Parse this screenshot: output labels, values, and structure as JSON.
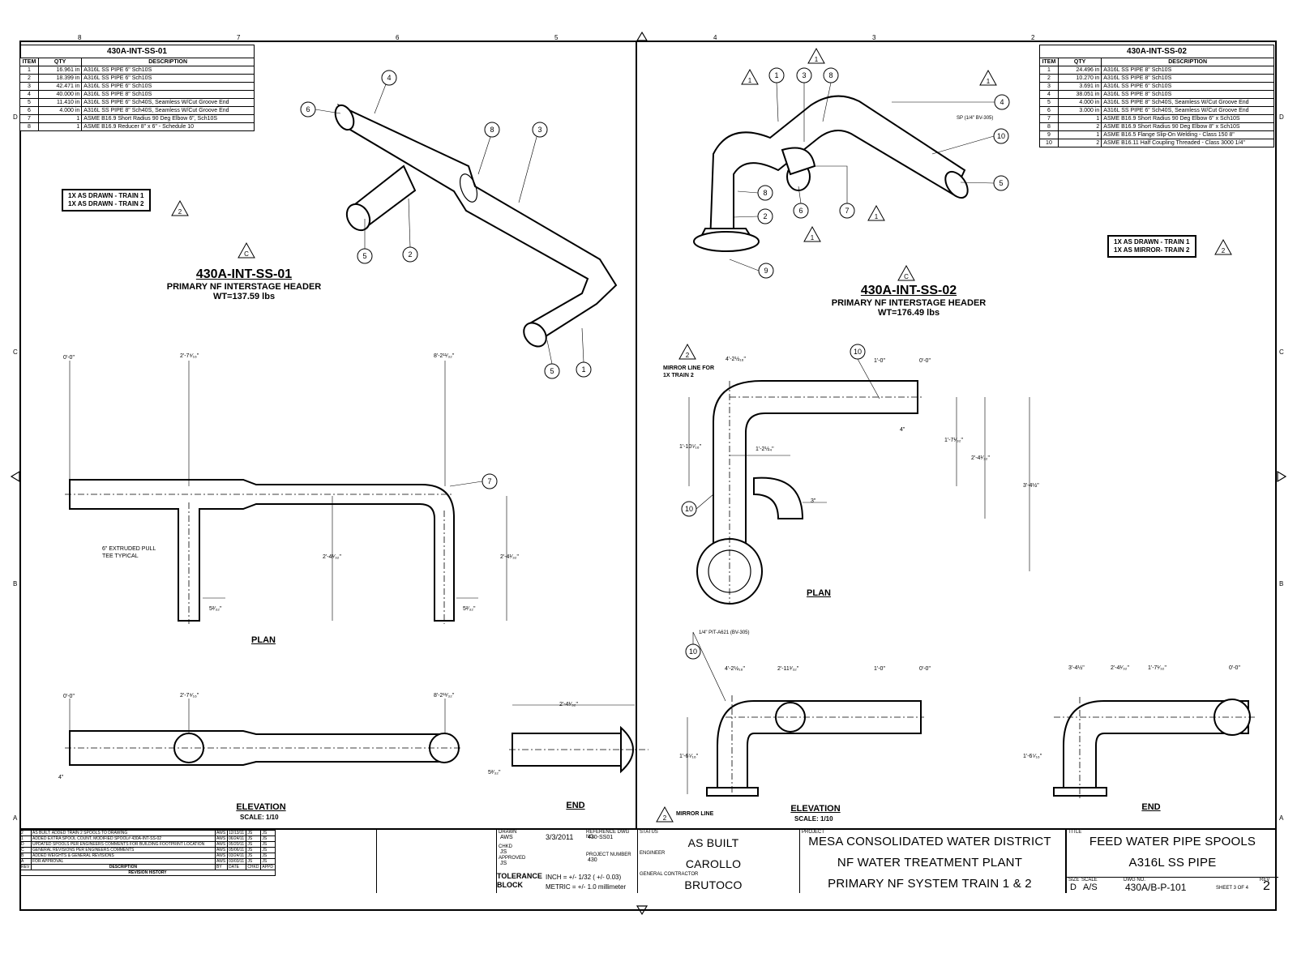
{
  "left_table": {
    "title": "430A-INT-SS-01",
    "headers": [
      "ITEM",
      "QTY",
      "DESCRIPTION"
    ],
    "rows": [
      [
        "1",
        "16.961 in",
        "A316L SS PIPE 6\" Sch10S"
      ],
      [
        "2",
        "18.399 in",
        "A316L SS PIPE 6\" Sch10S"
      ],
      [
        "3",
        "42.471 in",
        "A316L SS PIPE 6\" Sch10S"
      ],
      [
        "4",
        "40.000 in",
        "A316L SS PIPE 8\" Sch10S"
      ],
      [
        "5",
        "11.410 in",
        "A316L SS PIPE 6\" Sch40S, Seamless W/Cut Groove End"
      ],
      [
        "6",
        "4.000 in",
        "A316L SS PIPE 8\" Sch40S, Seamless W/Cut Groove End"
      ],
      [
        "7",
        "1",
        "ASME B16.9 Short Radius 90 Deg Elbow 6\", Sch10S"
      ],
      [
        "8",
        "1",
        "ASME B16.9 Reducer 8\" x 6\" - Schedule 10"
      ]
    ]
  },
  "right_table": {
    "title": "430A-INT-SS-02",
    "headers": [
      "ITEM",
      "QTY",
      "DESCRIPTION"
    ],
    "rows": [
      [
        "1",
        "24.496 in",
        "A316L SS PIPE 8\" Sch10S"
      ],
      [
        "2",
        "10.270 in",
        "A316L SS PIPE 8\" Sch10S"
      ],
      [
        "3",
        "3.691 in",
        "A316L SS PIPE 6\" Sch10S"
      ],
      [
        "4",
        "38.051 in",
        "A316L SS PIPE 8\" Sch10S"
      ],
      [
        "5",
        "4.000 in",
        "A316L SS PIPE 8\" Sch40S, Seamless W/Cut Groove End"
      ],
      [
        "6",
        "3.000 in",
        "A316L SS PIPE 6\" Sch40S, Seamless W/Cut Groove End"
      ],
      [
        "7",
        "1",
        "ASME B16.9 Short Radius 90 Deg Elbow 6\" x Sch10S"
      ],
      [
        "8",
        "2",
        "ASME B16.9 Short Radius 90 Deg Elbow 8\" x Sch10S"
      ],
      [
        "9",
        "1",
        "ASME B16.5 Flange Slip-On Welding - Class 150 8\""
      ],
      [
        "10",
        "2",
        "ASME B16.11 Half Coupling Threaded - Class 3000 1/4\""
      ]
    ]
  },
  "left_note": [
    "1X AS DRAWN - TRAIN 1",
    "1X AS DRAWN - TRAIN 2"
  ],
  "right_note": [
    "1X AS DRAWN - TRAIN 1",
    "1X AS MIRROR- TRAIN 2"
  ],
  "left_title": {
    "id": "430A-INT-SS-01",
    "name": "PRIMARY NF INTERSTAGE HEADER",
    "weight": "WT=137.59 lbs"
  },
  "right_title": {
    "id": "430A-INT-SS-02",
    "name": "PRIMARY NF INTERSTAGE HEADER",
    "weight": "WT=176.49 lbs"
  },
  "views": {
    "plan": "PLAN",
    "elevation": "ELEVATION",
    "scale": "SCALE: 1/10",
    "end": "END"
  },
  "rev_markers": {
    "triangle_2": "2",
    "triangle_1": "1",
    "triangle_c": "C"
  },
  "left_dims": {
    "d0": "0'-0\"",
    "d1": "2'-7⁹⁄₁₆\"",
    "d2": "8'-2¹¹⁄₃₂\"",
    "d3": "2'-4¹⁄₃₂\"",
    "d4": "2'-4¹⁄₃₂\"",
    "d5": "5²⁄₃₂\"",
    "d6": "5²⁄₃₂\"",
    "tee": "6\" EXTRUDED PULL TEE TYPICAL",
    "d7": "4\"",
    "d8": "2'-4¹⁄₃₂\"",
    "d9": "5²⁄₃₂\""
  },
  "right_dims": {
    "mirror": "MIRROR LINE FOR 1X TRAIN 2",
    "a": "4'-2½₁₆\"",
    "b": "1'-0\"",
    "c": "0'-0\"",
    "d": "1'-10⁵⁄₁₆\"",
    "e": "1'-2½₄\"",
    "f": "1'-7¹⁄₃₂\"",
    "g": "2'-4¹⁄₃₂\"",
    "h": "3'-4½\"",
    "i": "3\"",
    "j": "4\"",
    "sp": "SP (1/4\" BV-305)",
    "pit": "1/4\" PIT-A621 (BV-305)",
    "k": "4'-2½₁₆\"",
    "l": "2'-11¹⁄₃₂\"",
    "m": "1'-0\"",
    "n": "0'-0\"",
    "o": "1'-6⁵⁄₁₆\"",
    "mirror2": "MIRROR LINE",
    "p": "3'-4½\"",
    "q": "2'-4¹⁄₃₂\"",
    "r": "1'-7¹⁄₃₂\"",
    "s": "0'-0\"",
    "t": "1'-6⁵⁄₁₆\""
  },
  "revisions": [
    [
      "2",
      "AS BUILT: ADDED TRAIN 2 SPOOLS TO DRAWING",
      "AWS",
      "12/13/11",
      "JS",
      "JS"
    ],
    [
      "1",
      "ADDED EXTRA SPOOL COUNT, MODIFIED SPOOL# 430A-INT-SS-02",
      "AWS",
      "06/24/11",
      "JS",
      "JS"
    ],
    [
      "D",
      "UPDATED SPOOLS PER ENGINEERS COMMENTS FOR BUILDING FOOTPRINT LOCATION",
      "AWS",
      "05/20/11",
      "JS",
      "JS"
    ],
    [
      "C",
      "GENERAL REVISIONS PER ENGINEERS COMMENTS",
      "AWS",
      "05/06/11",
      "JS",
      "JS"
    ],
    [
      "B",
      "ADDED WEIGHTS & GENERAL REVISIONS",
      "AWS",
      "03/24/11",
      "JS",
      "JS"
    ],
    [
      "A",
      "FOR APPROVAL",
      "AWS",
      "03/03/11",
      "JS",
      "JS"
    ]
  ],
  "rev_headers": [
    "REV",
    "DESCRIPTION",
    "BY",
    "DATE",
    "CHKD",
    "APPD"
  ],
  "rev_title": "REVISION HISTORY",
  "title_block": {
    "drawn_label": "DRAWN",
    "drawn_by": "AWS",
    "date": "3/3/2011",
    "checked_label": "CHKD",
    "checked": "JS",
    "approved_label": "APPROVED",
    "approved": "JS",
    "dwg_no_label": "REFERENCE DWG NO.",
    "dwg_no": "430-SS01",
    "project_label": "PROJECT NUMBER",
    "project_no": "430",
    "tolerance_label": "TOLERANCE BLOCK",
    "tol_inch": "INCH = +/- 1/32 ( +/- 0.03)",
    "tol_metric": "METRIC = +/- 1.0 millimeter",
    "status_label": "STATUS",
    "status": "AS BUILT",
    "engineer_label": "ENGINEER",
    "engineer": "CAROLLO",
    "contractor_label": "GENERAL CONTRACTOR",
    "contractor": "BRUTOCO",
    "project_label2": "PROJECT",
    "project_lines": [
      "MESA CONSOLIDATED WATER DISTRICT",
      "NF WATER TREATMENT PLANT",
      "PRIMARY NF SYSTEM TRAIN 1 & 2"
    ],
    "title_label": "TITLE",
    "title_lines": [
      "FEED WATER PIPE SPOOLS",
      "A316L SS PIPE"
    ],
    "size_label": "SIZE",
    "size": "D",
    "scale_label": "SCALE",
    "scale": "A/S",
    "drawing_label": "DWG NO.",
    "drawing_no": "430A/B-P-101",
    "sheet": "SHEET 3 OF 4",
    "rev_label": "REV",
    "rev": "2"
  },
  "zones_top": [
    "8",
    "7",
    "6",
    "5",
    "4",
    "3",
    "2"
  ],
  "zones_side": [
    "D",
    "C",
    "B",
    "A"
  ]
}
